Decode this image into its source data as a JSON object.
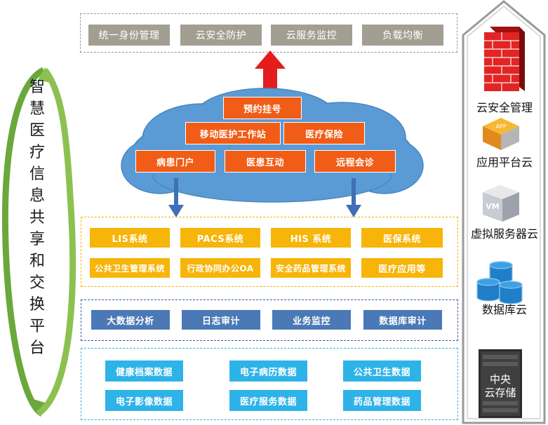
{
  "title": "智慧医疗信息共享和交换平台",
  "top_services": [
    "统一身份管理",
    "云安全防护",
    "云服务监控",
    "负载均衡"
  ],
  "cloud_apps": {
    "row1": "预约挂号",
    "row2": [
      "移动医护工作站",
      "医疗保险"
    ],
    "row3": [
      "病患门户",
      "医患互动",
      "远程会诊"
    ]
  },
  "systems": {
    "row1": [
      "LIS系统",
      "PACS系统",
      "HIS 系统",
      "医保系统"
    ],
    "row2": [
      "公共卫生管理系统",
      "行政协同办公OA",
      "安全药品管理系统",
      "医疗应用等"
    ]
  },
  "operations": [
    "大数据分析",
    "日志审计",
    "业务监控",
    "数据库审计"
  ],
  "data_stores": {
    "row1": [
      "健康档案数据",
      "电子病历数据",
      "公共卫生数据"
    ],
    "row2": [
      "电子影像数据",
      "医疗服务数据",
      "药品管理数据"
    ]
  },
  "side_panel": {
    "security": "云安全管理",
    "app_platform": "应用平台云",
    "app_icon_text": "APP",
    "vm_cloud": "虚拟服务器云",
    "vm_icon_text": "VM",
    "db_cloud": "数据库云",
    "storage_line1": "中央",
    "storage_line2": "云存储"
  },
  "colors": {
    "grey": "#a29e91",
    "orange": "#f15c17",
    "yellow": "#f7b409",
    "navy": "#4a79b5",
    "cyan": "#2eb3e8",
    "cloud": "#5b9bd5",
    "green_arrow": "#6aa83c",
    "red_arrow": "#e41c1c"
  }
}
